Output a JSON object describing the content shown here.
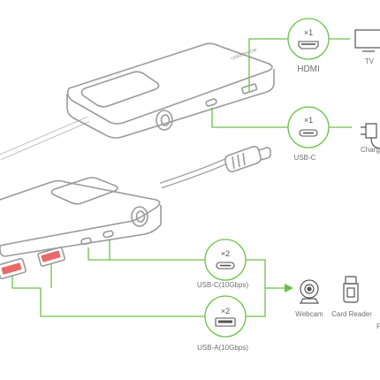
{
  "colors": {
    "accent": "#6cc04a",
    "outline": "#9a9a9a",
    "body": "#ffffff",
    "text": "#6f6f6f"
  },
  "hub_brand_text": "UGREEN CM",
  "ports": {
    "hdmi": {
      "count": "×1",
      "label": "HDMI",
      "icon": "hdmi-port-icon"
    },
    "usbc_charge": {
      "count": "×1",
      "label": "USB-C",
      "icon": "usb-c-port-icon"
    },
    "usbc_data": {
      "count": "×2",
      "label": "USB-C(10Gbps)",
      "icon": "usb-c-port-icon"
    },
    "usba_data": {
      "count": "×2",
      "label": "USB-A(10Gbps)",
      "icon": "usb-a-port-icon"
    }
  },
  "devices": {
    "tv": {
      "label": "TV",
      "icon": "tv-icon"
    },
    "charger": {
      "label": "Charger",
      "icon": "charger-plug-icon"
    },
    "webcam": {
      "label": "Webcam",
      "icon": "webcam-icon"
    },
    "card_reader": {
      "label": "Card Reader",
      "icon": "card-reader-icon"
    },
    "partial": {
      "label": "F",
      "icon": ""
    }
  }
}
